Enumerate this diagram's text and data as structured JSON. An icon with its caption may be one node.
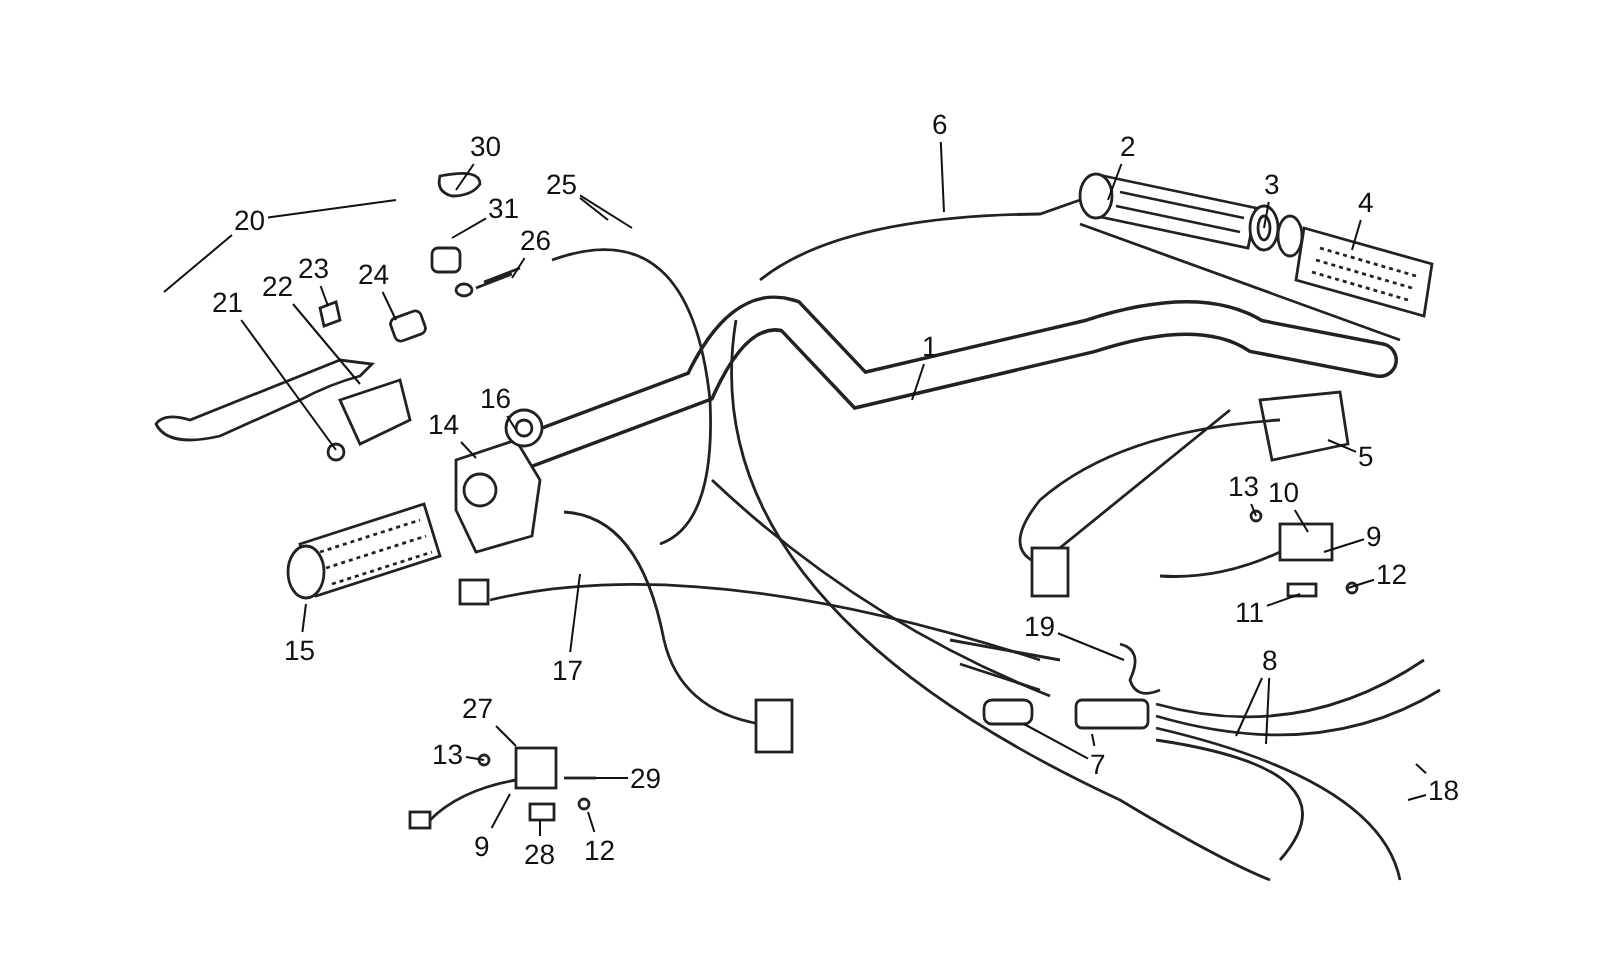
{
  "diagram": {
    "nodes": [
      {
        "text": [
          "30"
        ]
      },
      {
        "text": [
          "6"
        ]
      },
      {
        "text": [
          "2"
        ]
      },
      {
        "text": [
          "20"
        ]
      },
      {
        "text": [
          "25"
        ]
      },
      {
        "text": [
          "31"
        ]
      },
      {
        "text": [
          "3"
        ]
      },
      {
        "text": [
          "4"
        ]
      },
      {
        "text": [
          "26"
        ]
      },
      {
        "text": [
          "24"
        ]
      },
      {
        "text": [
          "23"
        ]
      },
      {
        "text": [
          "22"
        ]
      },
      {
        "text": [
          "21"
        ]
      },
      {
        "text": [
          "1"
        ]
      },
      {
        "text": [
          "16"
        ]
      },
      {
        "text": [
          "14"
        ]
      },
      {
        "text": [
          "5"
        ]
      },
      {
        "text": [
          "13"
        ]
      },
      {
        "text": [
          "10"
        ]
      },
      {
        "text": [
          "9"
        ]
      },
      {
        "text": [
          "12"
        ]
      },
      {
        "text": [
          "11"
        ]
      },
      {
        "text": [
          "19"
        ]
      },
      {
        "text": [
          "15"
        ]
      },
      {
        "text": [
          "17"
        ]
      },
      {
        "text": [
          "8"
        ]
      },
      {
        "text": [
          "27"
        ]
      },
      {
        "text": [
          "7"
        ]
      },
      {
        "text": [
          "13"
        ]
      },
      {
        "text": [
          "29"
        ]
      },
      {
        "text": [
          "18"
        ]
      },
      {
        "text": [
          "9"
        ]
      },
      {
        "text": [
          "28"
        ]
      },
      {
        "text": [
          "12"
        ]
      }
    ],
    "edges": [
      {
        "from": 0,
        "to": null,
        "arrow": "none"
      },
      {
        "from": 1,
        "to": null,
        "arrow": "none"
      },
      {
        "from": 2,
        "to": null,
        "arrow": "none"
      },
      {
        "from": 3,
        "to": null,
        "arrow": "none"
      },
      {
        "from": 3,
        "to": null,
        "arrow": "none"
      },
      {
        "from": 4,
        "to": null,
        "arrow": "none"
      },
      {
        "from": 4,
        "to": null,
        "arrow": "none"
      },
      {
        "from": 5,
        "to": null,
        "arrow": "none"
      },
      {
        "from": 6,
        "to": null,
        "arrow": "none"
      },
      {
        "from": 7,
        "to": null,
        "arrow": "none"
      },
      {
        "from": 8,
        "to": null,
        "arrow": "none"
      },
      {
        "from": 9,
        "to": null,
        "arrow": "none"
      },
      {
        "from": 10,
        "to": null,
        "arrow": "none"
      },
      {
        "from": 11,
        "to": null,
        "arrow": "none"
      },
      {
        "from": 12,
        "to": null,
        "arrow": "none"
      },
      {
        "from": 13,
        "to": null,
        "arrow": "none"
      },
      {
        "from": 14,
        "to": null,
        "arrow": "none"
      },
      {
        "from": 15,
        "to": null,
        "arrow": "none"
      },
      {
        "from": 16,
        "to": null,
        "arrow": "none"
      },
      {
        "from": 17,
        "to": null,
        "arrow": "none"
      },
      {
        "from": 18,
        "to": null,
        "arrow": "none"
      },
      {
        "from": 19,
        "to": null,
        "arrow": "none"
      },
      {
        "from": 20,
        "to": null,
        "arrow": "none"
      },
      {
        "from": 21,
        "to": null,
        "arrow": "none"
      },
      {
        "from": 22,
        "to": null,
        "arrow": "none"
      },
      {
        "from": 23,
        "to": null,
        "arrow": "none"
      },
      {
        "from": 24,
        "to": null,
        "arrow": "none"
      },
      {
        "from": 25,
        "to": null,
        "arrow": "none"
      },
      {
        "from": 25,
        "to": null,
        "arrow": "none"
      },
      {
        "from": 26,
        "to": null,
        "arrow": "none"
      },
      {
        "from": 27,
        "to": null,
        "arrow": "none"
      },
      {
        "from": 27,
        "to": null,
        "arrow": "none"
      },
      {
        "from": 28,
        "to": null,
        "arrow": "none"
      },
      {
        "from": 29,
        "to": null,
        "arrow": "none"
      },
      {
        "from": 30,
        "to": null,
        "arrow": "none"
      },
      {
        "from": 30,
        "to": null,
        "arrow": "none"
      },
      {
        "from": 31,
        "to": null,
        "arrow": "none"
      },
      {
        "from": 32,
        "to": null,
        "arrow": "none"
      },
      {
        "from": 33,
        "to": null,
        "arrow": "none"
      }
    ]
  }
}
